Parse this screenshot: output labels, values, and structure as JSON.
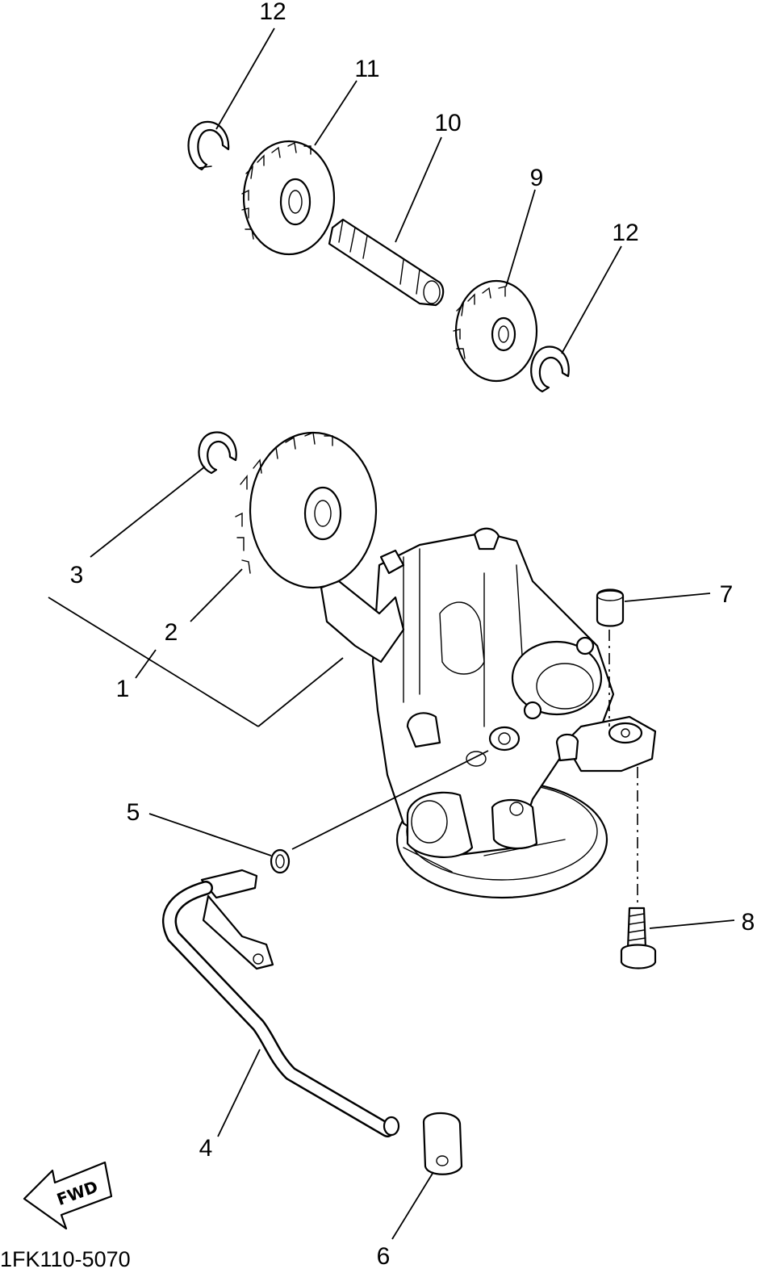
{
  "diagram": {
    "drawing_code": "1FK110-5070",
    "fwd_label": "FWD",
    "callouts": {
      "c1": "1",
      "c2": "2",
      "c3": "3",
      "c4": "4",
      "c5": "5",
      "c6": "6",
      "c7": "7",
      "c8": "8",
      "c9": "9",
      "c10": "10",
      "c11": "11",
      "c12a": "12",
      "c12b": "12"
    }
  }
}
